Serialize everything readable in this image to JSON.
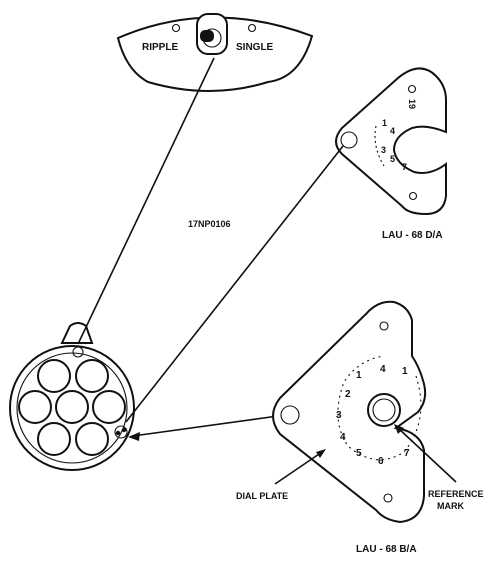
{
  "switch_panel": {
    "left_label": "RIPPLE",
    "right_label": "SINGLE"
  },
  "figure_code": "17NP0106",
  "upper_dial": {
    "caption": "LAU - 68 D/A",
    "scale_marks": [
      "19",
      "1",
      "4",
      "3",
      "5",
      "7"
    ]
  },
  "lower_dial": {
    "caption": "LAU - 68 B/A",
    "scale_marks": [
      "1",
      "4",
      "1",
      "2",
      "3",
      "4",
      "5",
      "6",
      "7"
    ]
  },
  "callouts": {
    "dial_plate": "DIAL PLATE",
    "reference_mark": [
      "REFERENCE",
      "MARK"
    ]
  }
}
